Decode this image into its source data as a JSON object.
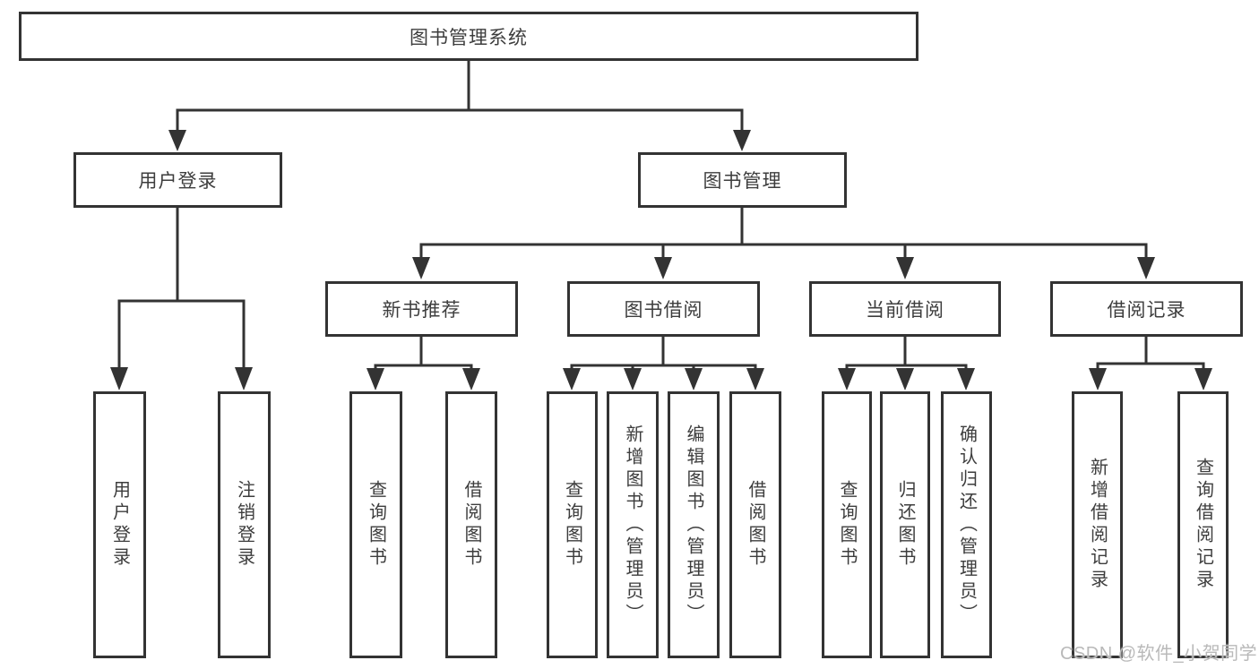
{
  "diagram": {
    "root": "图书管理系统",
    "branches": [
      {
        "label": "用户登录",
        "children": [
          "用户登录",
          "注销登录"
        ]
      },
      {
        "label": "图书管理",
        "groups": [
          {
            "label": "新书推荐",
            "children": [
              "查询图书",
              "借阅图书"
            ]
          },
          {
            "label": "图书借阅",
            "children": [
              "查询图书",
              "新增图书（管理员）",
              "编辑图书（管理员）",
              "借阅图书"
            ]
          },
          {
            "label": "当前借阅",
            "children": [
              "查询图书",
              "归还图书",
              "确认归还（管理员）"
            ]
          },
          {
            "label": "借阅记录",
            "children": [
              "新增借阅记录",
              "查询借阅记录"
            ]
          }
        ]
      }
    ]
  },
  "watermark": "CSDN @软件_小贺同学",
  "colors": {
    "line": "#333333",
    "text": "#3d3d3d",
    "box_background": "#ffffff",
    "watermark": "#b9b9b9",
    "page_background": "#ffffff"
  }
}
